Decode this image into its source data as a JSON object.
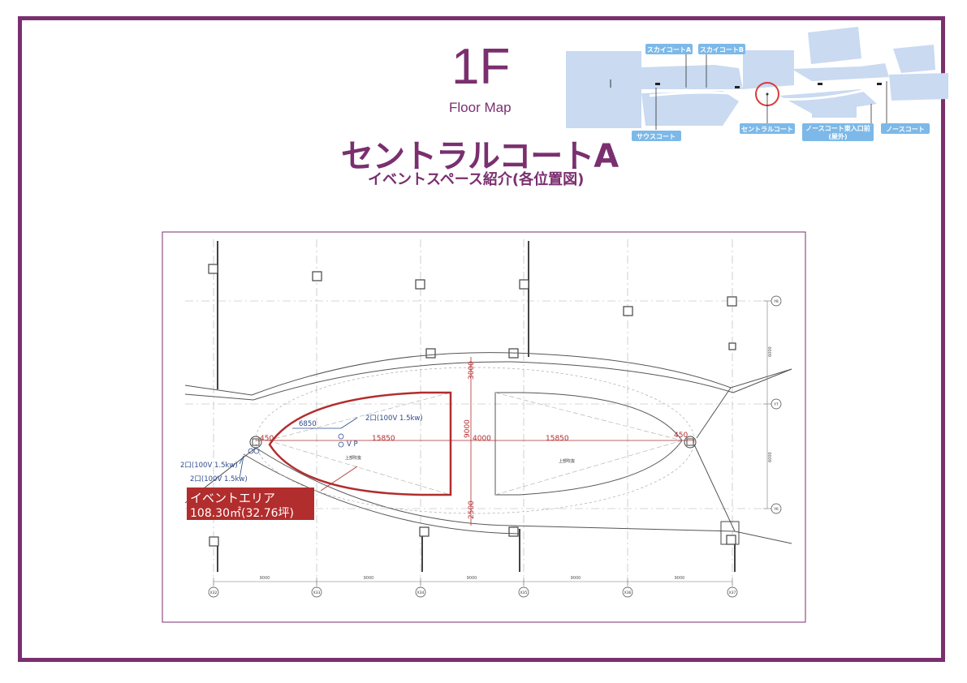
{
  "header": {
    "floor": "1F",
    "floor_caption": "Floor Map",
    "title": "セントラルコートA",
    "subtitle": "イベントスペース紹介(各位置図)"
  },
  "key_map": {
    "labels": [
      "スカイコートA",
      "スカイコートB",
      "サウスコート",
      "セントラルコート",
      "ノースコート東入口前",
      "(屋外)",
      "ノースコート"
    ],
    "colors": {
      "label_bg": "#7cb9e8",
      "block": "#c9daf1",
      "highlight": "#d83b3b"
    }
  },
  "plan": {
    "grid_x": [
      "X32",
      "X33",
      "X34",
      "X35",
      "X36",
      "X37"
    ],
    "grid_y": [
      "Y8",
      "Y7",
      "Y6"
    ],
    "span_x": [
      "9000",
      "9000",
      "9000",
      "9000",
      "9000"
    ],
    "span_y": [
      "6000",
      "6000"
    ],
    "dims_red": [
      "3000",
      "9000",
      "4000",
      "2500",
      "15850",
      "15850",
      "450",
      "450"
    ],
    "dims_blue": [
      "6850",
      "2口(100V 1.5kw)",
      "2口(100V 1.5kw)",
      "2口(100V 1.5kw)",
      "V P"
    ],
    "notes": [
      "上部吹抜",
      "上部吹抜"
    ],
    "event_area": {
      "label": "イベントエリア",
      "size": "108.30㎡(32.76坪)"
    },
    "colors": {
      "accent": "#7a2f6f",
      "area": "#b22d2d",
      "blue": "#2e4a8c"
    }
  }
}
